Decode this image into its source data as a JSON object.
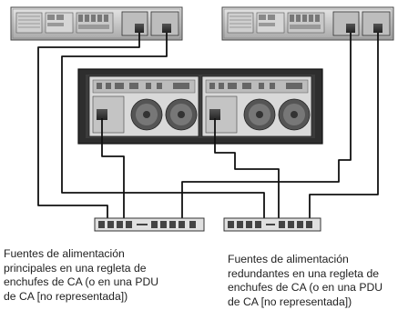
{
  "captions": {
    "primary": "Fuentes de alimentación\nprincipales en una regleta de\nenchufes de CA (o en una PDU\nde CA [no representada])",
    "redundant": "Fuentes de alimentación\nredundantes en una regleta de\nenchufes de CA (o en una PDU\nde CA [no representada])"
  },
  "components": {
    "servers": [
      "server-left",
      "server-right"
    ],
    "storage": "storage-enclosure",
    "power_strips": [
      "power-strip-primary",
      "power-strip-redundant"
    ]
  }
}
